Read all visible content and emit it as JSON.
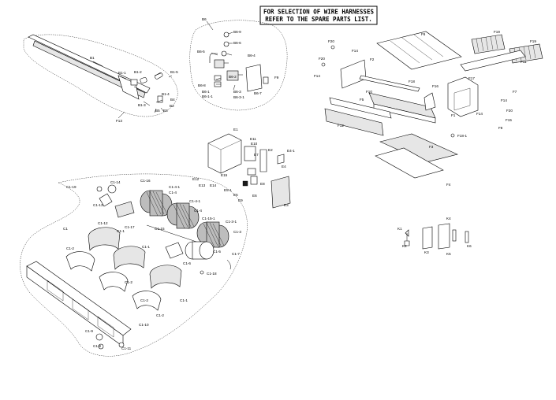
{
  "note": {
    "line1": "FOR SELECTION OF WIRE HARNESSES",
    "line2": "REFER TO THE SPARE PARTS LIST."
  },
  "colors": {
    "ink": "#000000",
    "paper": "#ffffff",
    "shade": "#e6e6e6"
  },
  "labels": {
    "B1": "B1",
    "B1_1": "B1-1",
    "B1_2": "B1-2",
    "B1_3": "B1-3",
    "B1_4": "B1-4",
    "B1_5": "B1-5",
    "B2": "B2",
    "B3": "B3",
    "B4": "B4",
    "B5": "B5",
    "F13": "F13",
    "B6": "B6",
    "B6_1": "B6-1",
    "B6_1_1": "B6-1-1",
    "B6_2": "B6-2",
    "B6_3": "B6-3",
    "B6_3_1": "B6-3-1",
    "B6_4": "B6-4",
    "B6_5": "B6-5",
    "B6_6": "B6-6",
    "B6_7": "B6-7",
    "B6_8": "B6-8",
    "B6_9": "B6-9",
    "F9": "F9",
    "F1": "F1",
    "F2": "F2",
    "F3": "F3",
    "F4": "F4",
    "F5": "F5",
    "F6": "F6",
    "F7": "F7",
    "F8": "F8",
    "F10": "F10",
    "F11": "F11",
    "F12": "F12",
    "F14a": "F14",
    "F14b": "F14",
    "F14c": "F14",
    "F14d": "F14",
    "F15": "F15",
    "F16": "F16",
    "F17": "F17",
    "F18": "F18",
    "F18_1": "F18-1",
    "F19a": "F19",
    "F19b": "F19",
    "F20a": "F20",
    "F20b": "F20",
    "F20c": "F20",
    "E1": "E1",
    "E2": "E2",
    "E3": "E3",
    "E4": "E4",
    "E4_1": "E4-1",
    "E5": "E5",
    "E5_1": "E5-1",
    "E6": "E6",
    "E7": "E7",
    "E8": "E8",
    "E9": "E9",
    "E10": "E10",
    "E11": "E11",
    "E12": "E12",
    "E13": "E13",
    "E14": "E14",
    "E15": "E15",
    "C1": "C1",
    "C1_1a": "C1-1",
    "C1_1b": "C1-1",
    "C1_1c": "C1-1",
    "C1_2a": "C1-2",
    "C1_2b": "C1-2",
    "C1_2c": "C1-2",
    "C1_2d": "C1-2",
    "C1_3": "C1-3",
    "C1_3_1": "C1-3-1",
    "C1_4a": "C1-4",
    "C1_4b": "C1-4",
    "C1_4_1a": "C1-4-1",
    "C1_4_1b": "C1-4-1",
    "C1_5": "C1-5",
    "C1_6": "C1-6",
    "C1_7": "C1-7",
    "C1_8": "C1-8",
    "C1_9": "C1-9",
    "C1_10": "C1-10",
    "C1_11": "C1-11",
    "C1_12": "C1-12",
    "C1_13": "C1-13",
    "C1_14": "C1-14",
    "C1_15": "C1-15",
    "C1_15_1": "C1-15-1",
    "C1_16": "C1-16",
    "C1_17": "C1-17",
    "C1_18": "C1-18",
    "C1_19": "C1-19",
    "K1": "K1",
    "K2": "K2",
    "K3": "K3",
    "K4": "K4",
    "K5": "K5",
    "K6": "K6"
  }
}
